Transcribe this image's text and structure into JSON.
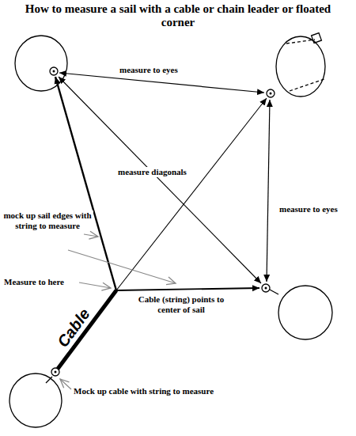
{
  "diagram": {
    "title": "How to measure a sail with a cable or chain leader or floated corner",
    "labels": [
      "measure to eyes",
      "measure diagonals",
      "measure to eyes",
      "mock up sail edges with string to measure",
      "Measure to here",
      "Cable",
      "Cable (string) points to center of sail",
      "Mock up cable with string to measure"
    ]
  }
}
